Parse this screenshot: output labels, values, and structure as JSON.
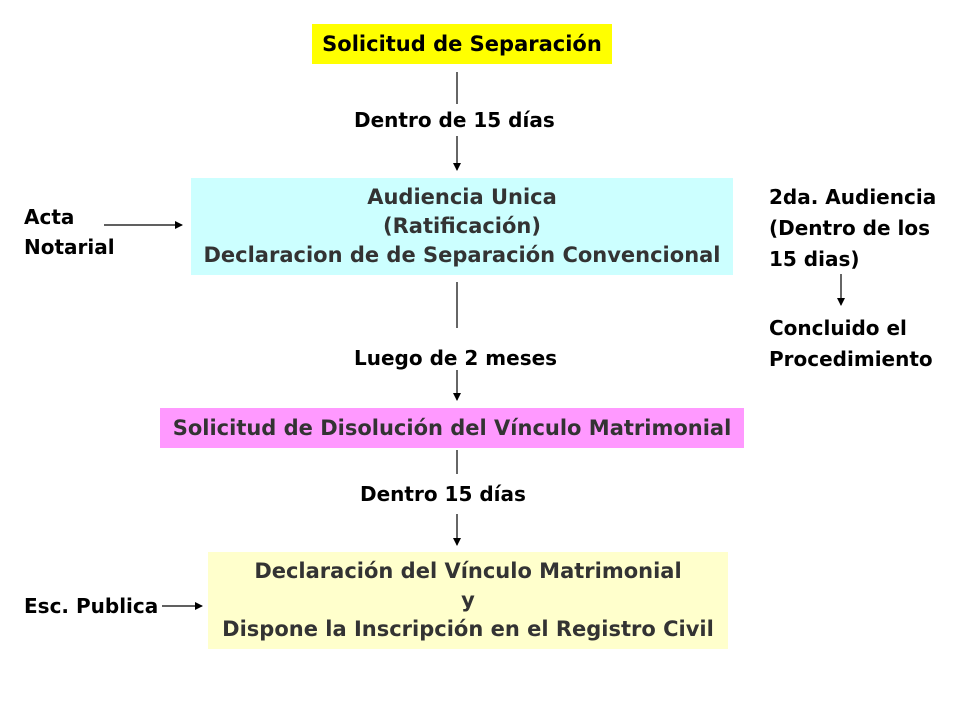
{
  "colors": {
    "yellow": "#FFFF00",
    "cyan": "#CCFFFF",
    "pink": "#FF99FF",
    "cream": "#FFFFCC",
    "muted_text": "#333333"
  },
  "boxes": {
    "separation_request": "Solicitud de Separación",
    "hearing": {
      "line1": "Audiencia Unica",
      "line2": "(Ratificación)",
      "line3": "Declaracion de de Separación Convencional"
    },
    "dissolution_request": "Solicitud de Disolución del Vínculo Matrimonial",
    "declaration": {
      "line1": "Declaración del Vínculo Matrimonial",
      "line2": "y",
      "line3": "Dispone la Inscripción en el Registro Civil"
    }
  },
  "steps": {
    "step1": "Dentro de 15 días",
    "step2": "Luego de 2 meses",
    "step3": "Dentro 15 días"
  },
  "side": {
    "acta_line1": "Acta",
    "acta_line2": "Notarial",
    "esc_publica": "Esc. Publica",
    "second_hearing_line1": "2da. Audiencia",
    "second_hearing_line2": "(Dentro de los",
    "second_hearing_line3": "15 dias)",
    "concluded_line1": "Concluido el",
    "concluded_line2": "Procedimiento"
  }
}
